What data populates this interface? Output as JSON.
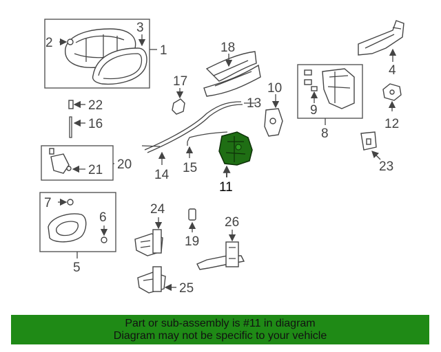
{
  "callouts": {
    "c1": "1",
    "c2": "2",
    "c3": "3",
    "c4": "4",
    "c5": "5",
    "c6": "6",
    "c7": "7",
    "c8": "8",
    "c9": "9",
    "c10": "10",
    "c11": "11",
    "c12": "12",
    "c13": "13",
    "c14": "14",
    "c15": "15",
    "c16": "16",
    "c17": "17",
    "c18": "18",
    "c19": "19",
    "c20": "20",
    "c21": "21",
    "c22": "22",
    "c23": "23",
    "c24": "24",
    "c25": "25",
    "c26": "26"
  },
  "highlight": {
    "part_number": "11",
    "color": "#1f6e14"
  },
  "banner": {
    "line1": "Part or sub-assembly is #11 in diagram",
    "line2": "Diagram may not be specific to your vehicle",
    "background": "#1f8a16"
  }
}
